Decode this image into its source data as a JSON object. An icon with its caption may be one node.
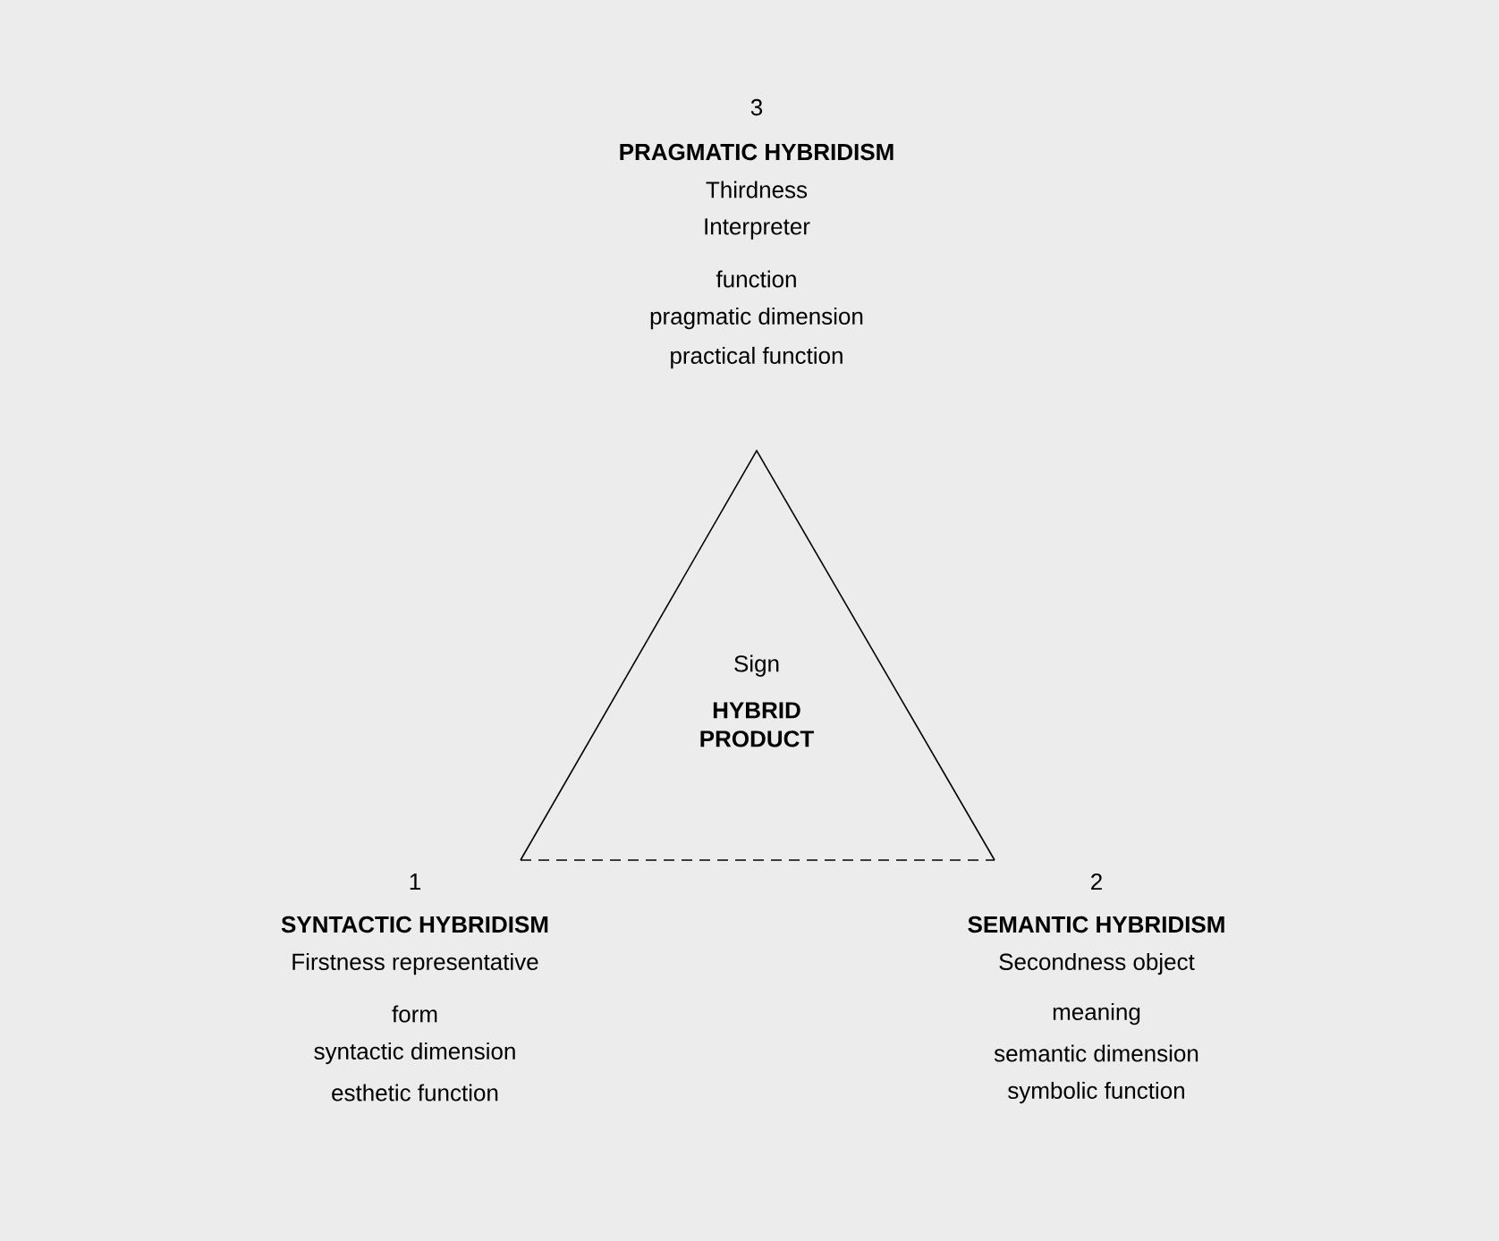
{
  "diagram": {
    "nodes": [
      {
        "text": [
          "Sign",
          "HYBRID PRODUCT"
        ]
      }
    ],
    "labels": [
      "3",
      "PRAGMATIC HYBRIDISM",
      "Thirdness",
      "Interpreter",
      "function",
      "pragmatic dimension",
      "practical function",
      "1",
      "SYNTACTIC HYBRIDISM",
      "Firstness representative",
      "form",
      "syntactic dimension",
      "esthetic function",
      "2",
      "SEMANTIC HYBRIDISM",
      "Secondness object",
      "meaning",
      "semantic dimension",
      "symbolic function"
    ]
  }
}
